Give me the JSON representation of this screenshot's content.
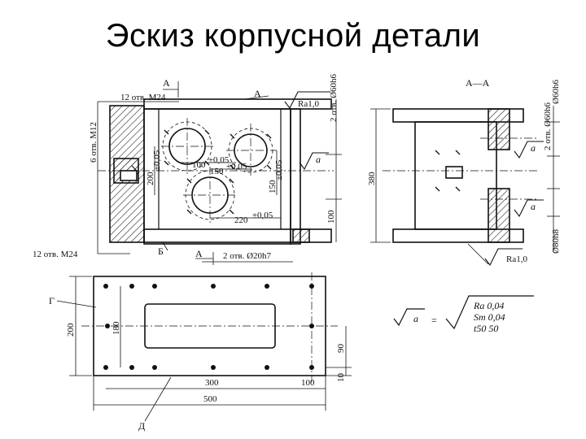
{
  "title": "Эскиз корпусной детали",
  "front_view": {
    "section_mark_top": "A",
    "section_mark_bottom": "A",
    "holes_top": "12 отв. M24",
    "holes_bottom": "12 отв. M24",
    "holes_left": "6 отв. M12",
    "face_a": "A",
    "face_b": "Б",
    "roughness_top": "Ra1,0",
    "bore_top": "2 отв. Ø60h6",
    "bore_bottom": "2 отв. Ø20h7",
    "dim_100": "100",
    "dim_100_tol": "±0,05",
    "dim_150": "150",
    "dim_150_tol": "±0,05",
    "dim_200": "200",
    "dim_200_tol": "±0,05",
    "dim_220": "220",
    "dim_220_tol": "±0,05",
    "dim_right_150": "150",
    "dim_right_150_tol": "±0,05",
    "dim_right_100": "100",
    "roughness_symbol": "a"
  },
  "section_view": {
    "label": "A—A",
    "dim_380": "380",
    "dia_top": "Ø60h6",
    "dia_bottom": "Ø80h8",
    "bore_note": "2 отв. Ø60h6",
    "roughness_a1": "a",
    "roughness_a2": "a",
    "roughness_bottom": "Ra1,0"
  },
  "plan_view": {
    "label_g": "Г",
    "label_d": "Д",
    "dim_200": "200",
    "dim_180": "180",
    "dim_300": "300",
    "dim_100": "100",
    "dim_500": "500",
    "dim_90": "90",
    "dim_10": "10"
  },
  "roughness_legend": {
    "symbol": "a",
    "equals": "=",
    "ra": "Ra 0,04",
    "sm": "Sm 0,04",
    "t": "t50 50"
  }
}
